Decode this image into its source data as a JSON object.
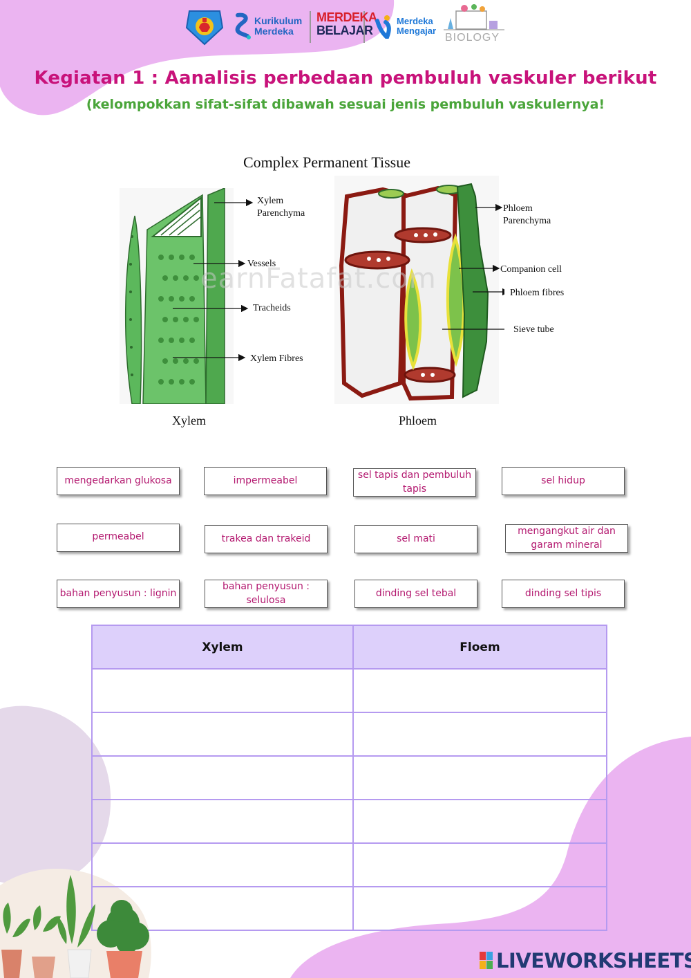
{
  "header": {
    "logos": [
      {
        "name": "tut-wuri-logo"
      },
      {
        "name": "kurikulum-merdeka-logo",
        "lines": [
          "Kurikulum",
          "Merdeka"
        ]
      },
      {
        "name": "merdeka-belajar-logo",
        "lines": [
          "MERDEKA",
          "BELAJAR"
        ]
      },
      {
        "name": "merdeka-mengajar-logo",
        "lines": [
          "Merdeka",
          "Mengajar"
        ]
      },
      {
        "name": "biology-logo",
        "text": "BIOLOGY"
      }
    ]
  },
  "title": "Kegiatan 1 : Aanalisis perbedaan pembuluh vaskuler berikut",
  "subtitle": "(kelompokkan sifat-sifat dibawah sesuai jenis pembuluh vaskulernya!",
  "diagram": {
    "title": "Complex Permanent Tissue",
    "watermark": "earnFatafat.com",
    "xylem": {
      "label": "Xylem",
      "annotations": [
        "Xylem\nParenchyma",
        "Vessels",
        "Tracheids",
        "Xylem Fibres"
      ]
    },
    "phloem": {
      "label": "Phloem",
      "annotations": [
        "Phloem\nParenchyma",
        "Companion cell",
        "Phloem fibres",
        "Sieve tube"
      ]
    }
  },
  "cards": [
    "mengedarkan glukosa",
    "impermeabel",
    "sel tapis dan pembuluh tapis",
    "sel hidup",
    "permeabel",
    "trakea dan trakeid",
    "sel mati",
    "mengangkut air dan garam mineral",
    "bahan penyusun : lignin",
    "bahan penyusun : selulosa",
    "dinding sel tebal",
    "dinding sel tipis"
  ],
  "table": {
    "headers": [
      "Xylem",
      "Floem"
    ],
    "row_count": 6
  },
  "footer": {
    "brand": "LIVEWORKSHEETS",
    "brand_mark": "LIVE"
  },
  "colors": {
    "title": "#c8127a",
    "subtitle": "#4aa53a",
    "card_text": "#b3186f",
    "table_header_bg": "#ddd0fb",
    "table_border": "#b59af0",
    "blob_pink": "#eab2f0",
    "blob_lilac": "#e5d9ea",
    "brand": "#213a73"
  }
}
